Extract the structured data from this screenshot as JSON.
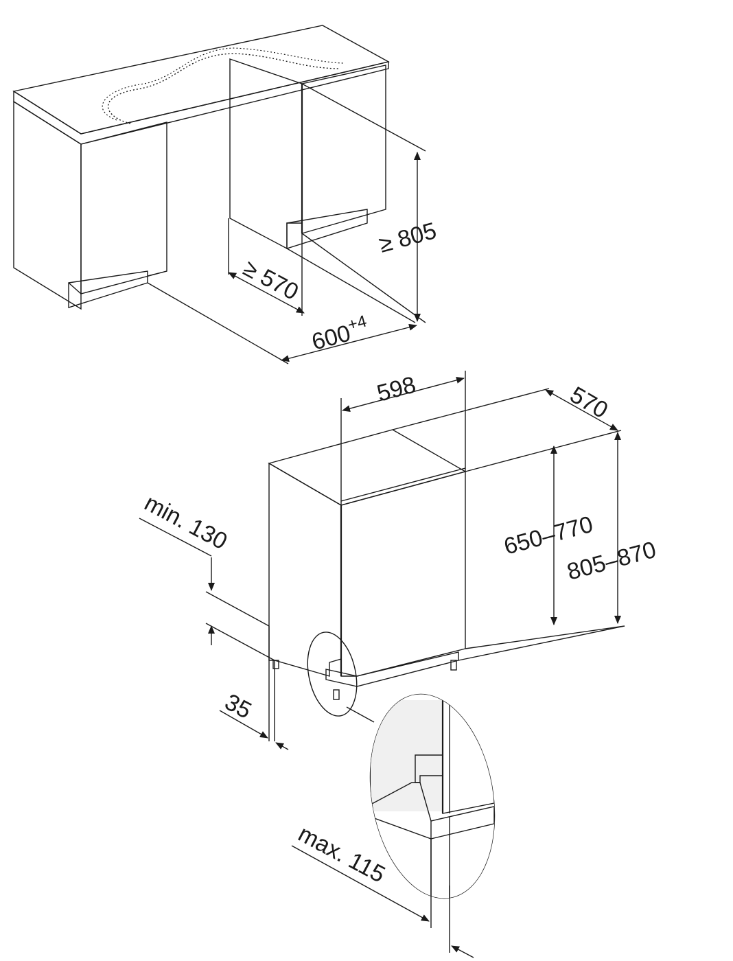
{
  "title": "",
  "installation": {
    "niche_depth_label": "≥ 570",
    "niche_height_label": "≥ 805",
    "niche_width_base": "600",
    "niche_width_tolerance": "+4"
  },
  "appliance": {
    "width_label": "598",
    "depth_label": "570",
    "door_height_label": "650–770",
    "overall_height_label": "805–870",
    "plinth_height_label": "min. 130",
    "plinth_depth_label": "35",
    "door_overhang_label": "max. 115"
  },
  "colors": {
    "line": "#1a1a1a",
    "panel_gray": "#e6e6e6",
    "light_gray": "#f0f0f0",
    "background": "#ffffff"
  }
}
